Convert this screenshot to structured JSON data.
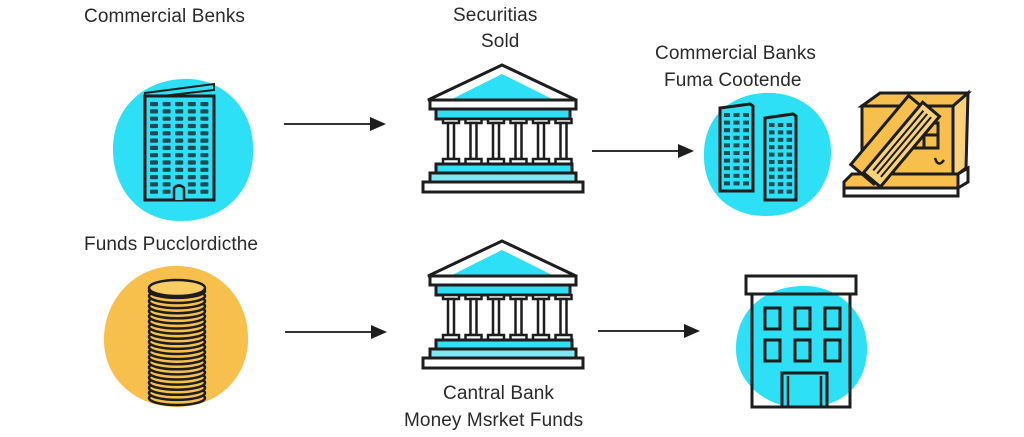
{
  "colors": {
    "cyan": "#2ee0f5",
    "cyan_light": "#7fe9f6",
    "gold": "#f7bf4b",
    "stroke": "#1d1d1d",
    "arrow": "#333333"
  },
  "nodes": {
    "commercial_banks": {
      "label": "Commercial Benks",
      "icon": "skyscraper-icon"
    },
    "securities_sold": {
      "label_line1": "Securitias",
      "label_line2": "Sold",
      "icon": "bank-building-icon"
    },
    "commercial_banks_funds": {
      "label_line1": "Commercial Banks",
      "label_line2": "Fuma Cootende",
      "icon": "twin-towers-icon"
    },
    "ledger": {
      "icon": "ledger-book-icon"
    },
    "funds_purchased": {
      "label": "Funds Pucclordicthe",
      "icon": "coin-stack-icon"
    },
    "central_bank": {
      "label_line1": "Cantral Bank",
      "label_line2": "Money Msrket Funds",
      "icon": "bank-building-icon"
    },
    "office_building": {
      "icon": "office-building-icon"
    }
  },
  "edges": [
    {
      "from": "commercial_banks",
      "to": "securities_sold"
    },
    {
      "from": "securities_sold",
      "to": "commercial_banks_funds"
    },
    {
      "from": "funds_purchased",
      "to": "central_bank"
    },
    {
      "from": "central_bank",
      "to": "office_building"
    }
  ]
}
